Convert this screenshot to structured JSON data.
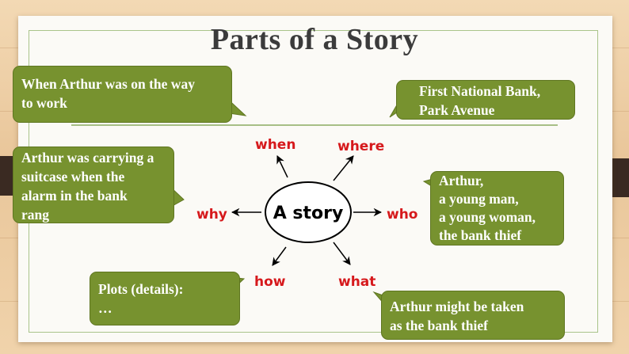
{
  "slide": {
    "title": "Parts of a Story",
    "center": "A story",
    "labels": {
      "when": "when",
      "where": "where",
      "why": "why",
      "who": "who",
      "how": "how",
      "what": "what"
    },
    "bubbles": {
      "when_text": "When Arthur was on the way\nto work",
      "where_text": "First National Bank,\nPark Avenue",
      "why_text": "Arthur was carrying a\nsuitcase when the\nalarm in the bank\nrang",
      "who_text": "Arthur,\na young man,\na young woman,\nthe bank thief",
      "how_text": "Plots (details):\n…",
      "what_text": "Arthur might be taken\nas the bank thief"
    },
    "colors": {
      "bubble_fill": "#77922f",
      "label_red": "#d6191c",
      "background_wood": "#efd2aa"
    }
  }
}
